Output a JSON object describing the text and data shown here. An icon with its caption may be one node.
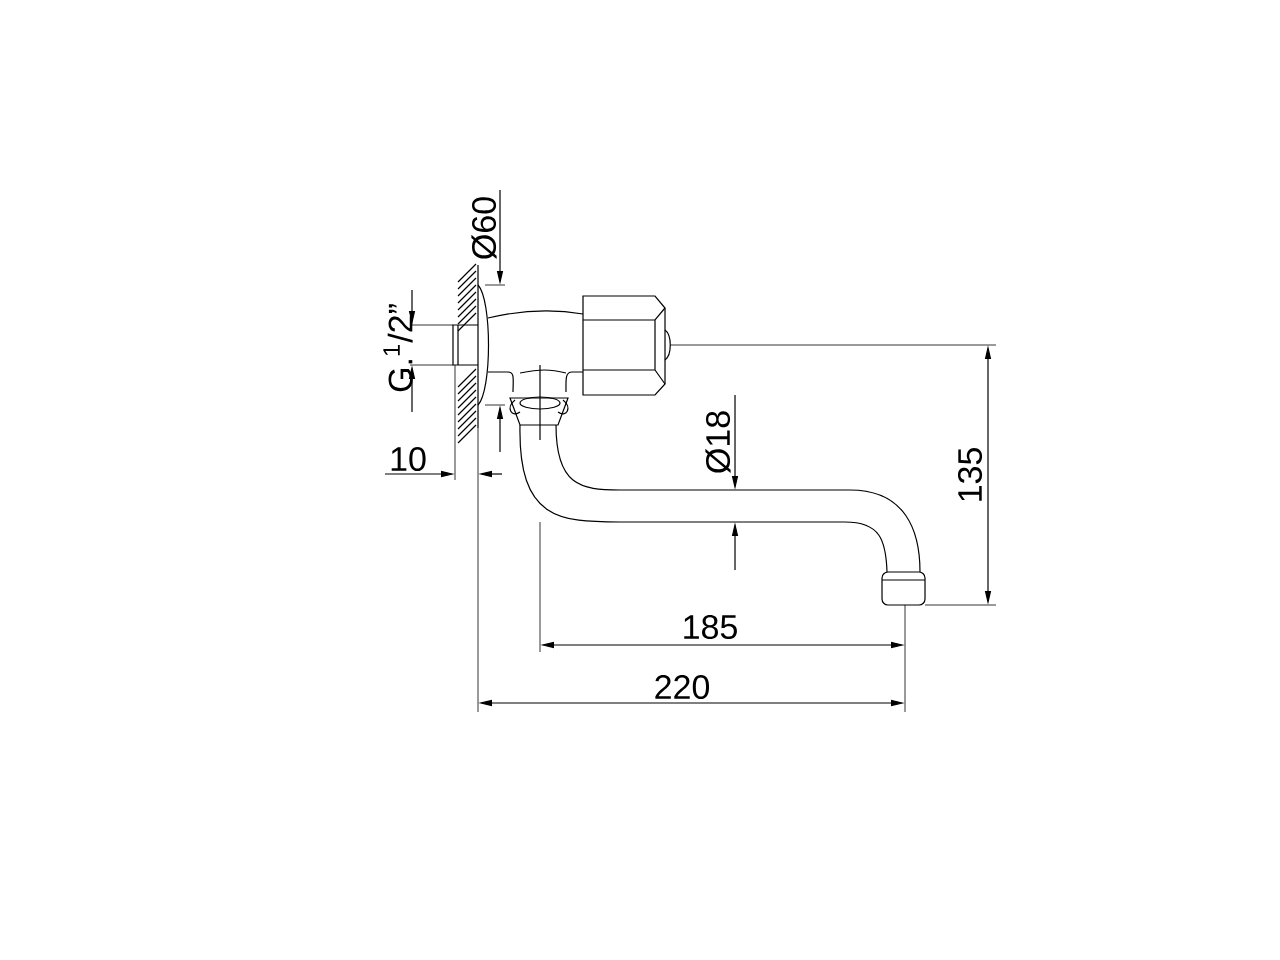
{
  "diagram": {
    "labels": [
      "Ø60",
      "G.$^{1}$/2”",
      "10",
      "Ø18",
      "135",
      "185",
      "220"
    ]
  }
}
